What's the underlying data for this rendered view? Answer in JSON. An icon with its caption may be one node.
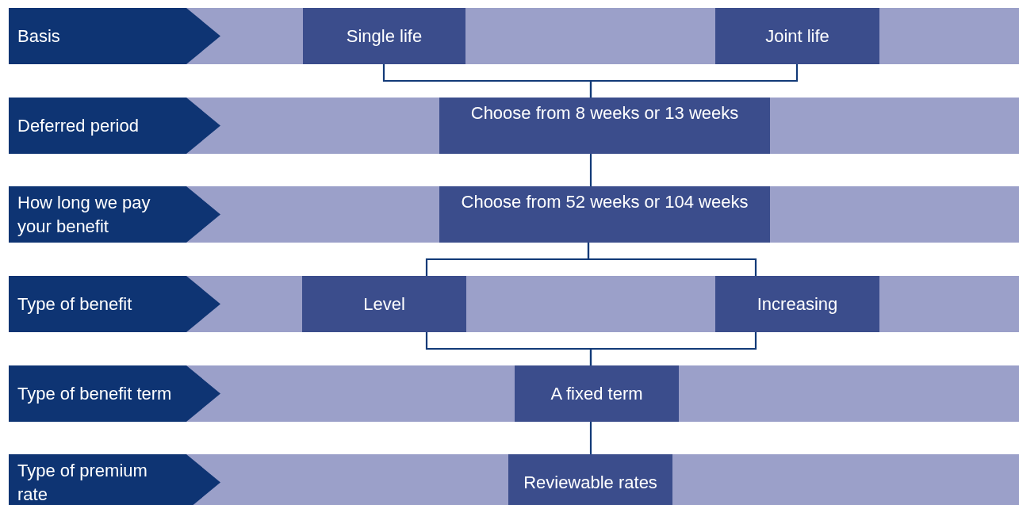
{
  "diagram": {
    "nodes": [
      {
        "text": [
          "Basis"
        ]
      },
      {
        "text": [
          "Single life"
        ]
      },
      {
        "text": [
          "Joint life"
        ]
      },
      {
        "text": [
          "Deferred period"
        ]
      },
      {
        "text": [
          "Choose from 8 weeks or 13 weeks"
        ]
      },
      {
        "text": [
          "How long we pay your benefit"
        ]
      },
      {
        "text": [
          "Choose from 52 weeks or 104 weeks"
        ]
      },
      {
        "text": [
          "Type of benefit"
        ]
      },
      {
        "text": [
          "Level"
        ]
      },
      {
        "text": [
          "Increasing"
        ]
      },
      {
        "text": [
          "Type of benefit term"
        ]
      },
      {
        "text": [
          "A fixed term"
        ]
      },
      {
        "text": [
          "Type of premium rate"
        ]
      },
      {
        "text": [
          "Reviewable rates"
        ]
      }
    ],
    "edges": [
      {
        "from": 1,
        "to": 4,
        "arrow": "none"
      },
      {
        "from": 2,
        "to": 4,
        "arrow": "none"
      },
      {
        "from": 4,
        "to": 6,
        "arrow": "none"
      },
      {
        "from": 6,
        "to": 8,
        "arrow": "none"
      },
      {
        "from": 6,
        "to": 9,
        "arrow": "none"
      },
      {
        "from": 8,
        "to": 11,
        "arrow": "none"
      },
      {
        "from": 9,
        "to": 11,
        "arrow": "none"
      },
      {
        "from": 11,
        "to": 13,
        "arrow": "none"
      }
    ]
  }
}
